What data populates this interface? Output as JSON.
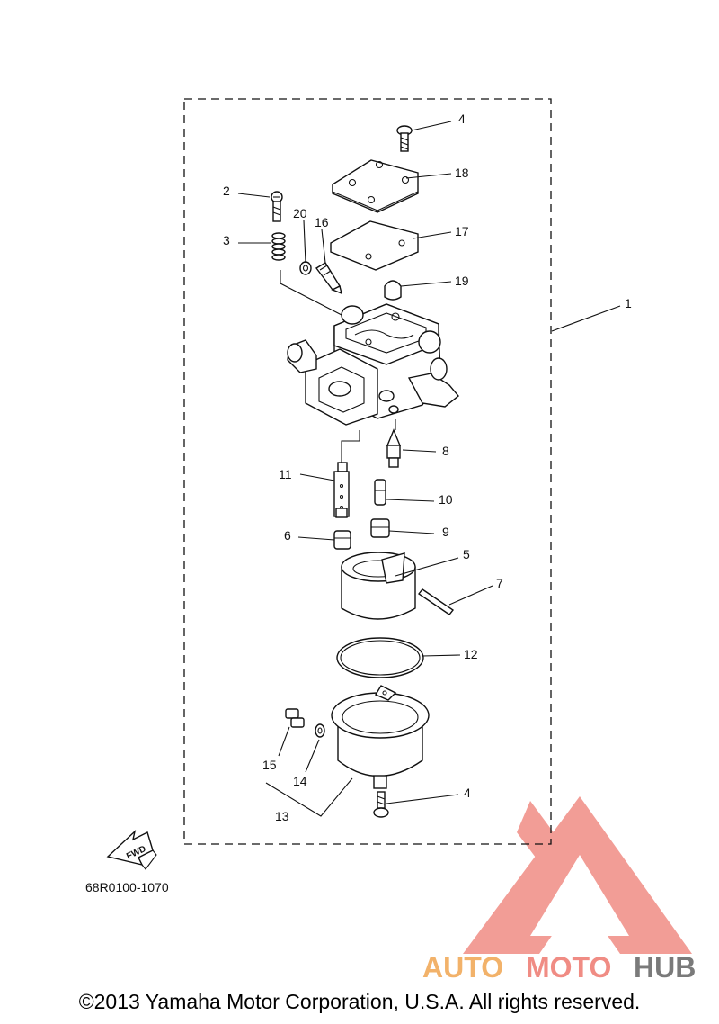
{
  "diagram_code": "68R0100-1070",
  "fwd_label": "FWD",
  "copyright": "©2013 Yamaha Motor Corporation, U.S.A. All rights reserved.",
  "watermark": {
    "part1": "AUTO",
    "part2": "MOTO",
    "part3": "HUB"
  },
  "colors": {
    "watermark_red": "#f08c84",
    "watermark_orange": "#f2b26a",
    "watermark_gray": "#7a7a7a",
    "line": "#111111"
  },
  "callouts": {
    "c1": "1",
    "c2": "2",
    "c3": "3",
    "c4a": "4",
    "c4b": "4",
    "c5": "5",
    "c6": "6",
    "c7": "7",
    "c8": "8",
    "c9": "9",
    "c10": "10",
    "c11": "11",
    "c12": "12",
    "c13": "13",
    "c14": "14",
    "c15": "15",
    "c16": "16",
    "c17": "17",
    "c18": "18",
    "c19": "19",
    "c20": "20"
  }
}
